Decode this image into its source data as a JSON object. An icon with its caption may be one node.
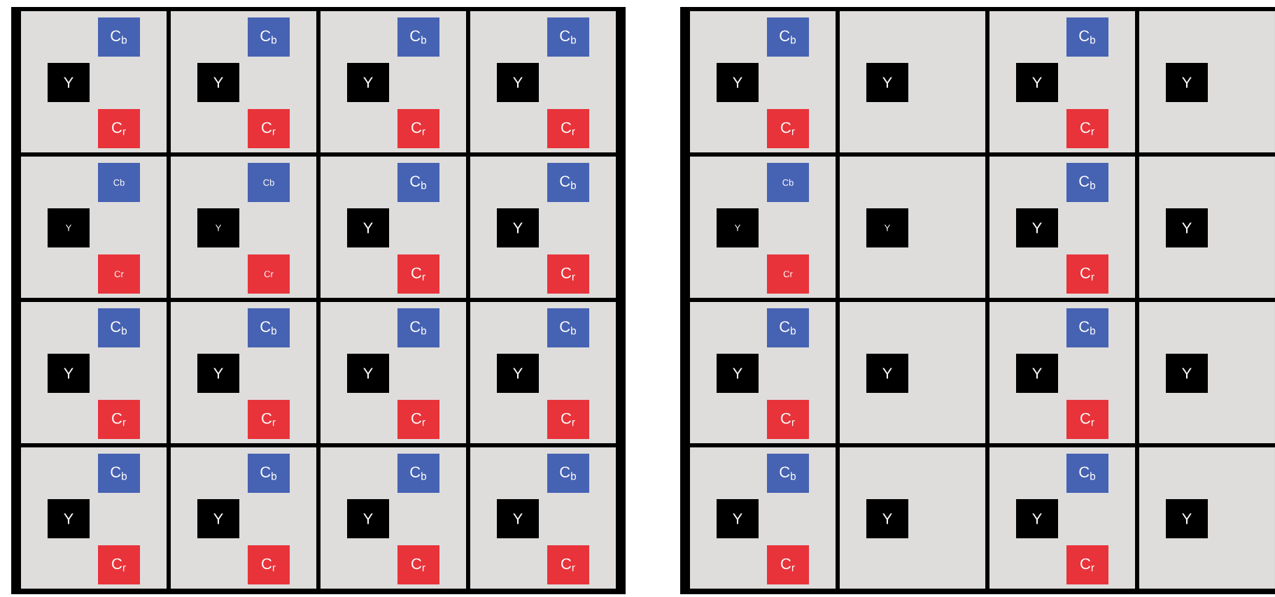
{
  "diagram": {
    "nodes": [
      {
        "text": [],
        "shape": "box"
      },
      {
        "text": [],
        "shape": "box",
        "in": 0
      },
      {
        "text": [
          "C$_{b}$"
        ],
        "in": 1
      },
      {
        "text": [
          "Y"
        ],
        "in": 1
      },
      {
        "text": [
          "C$_{r}$"
        ],
        "in": 1
      },
      {
        "text": [],
        "shape": "box",
        "in": 0
      },
      {
        "text": [
          "C$_{b}$"
        ],
        "in": 5
      },
      {
        "text": [
          "Y"
        ],
        "in": 5
      },
      {
        "text": [
          "C$_{r}$"
        ],
        "in": 5
      },
      {
        "text": [],
        "shape": "box",
        "in": 0
      },
      {
        "text": [
          "C$_{b}$"
        ],
        "in": 9
      },
      {
        "text": [
          "Y"
        ],
        "in": 9
      },
      {
        "text": [
          "C$_{r}$"
        ],
        "in": 9
      },
      {
        "text": [],
        "shape": "box",
        "in": 0
      },
      {
        "text": [
          "C$_{b}$"
        ],
        "in": 13
      },
      {
        "text": [
          "Y"
        ],
        "in": 13
      },
      {
        "text": [
          "C$_{r}$"
        ],
        "in": 13
      },
      {
        "text": [],
        "shape": "box",
        "in": 0
      },
      {
        "text": [
          "Cb"
        ],
        "in": 17
      },
      {
        "text": [
          "Y"
        ],
        "in": 17
      },
      {
        "text": [
          "Cr"
        ],
        "in": 17
      },
      {
        "text": [],
        "shape": "box",
        "in": 0
      },
      {
        "text": [
          "Cb"
        ],
        "in": 21
      },
      {
        "text": [
          "Y"
        ],
        "in": 21
      },
      {
        "text": [
          "Cr"
        ],
        "in": 21
      },
      {
        "text": [],
        "shape": "box",
        "in": 0
      },
      {
        "text": [
          "C$_{b}$"
        ],
        "in": 25
      },
      {
        "text": [
          "Y"
        ],
        "in": 25
      },
      {
        "text": [
          "C$_{r}$"
        ],
        "in": 25
      },
      {
        "text": [],
        "shape": "box",
        "in": 0
      },
      {
        "text": [
          "C$_{b}$"
        ],
        "in": 29
      },
      {
        "text": [
          "Y"
        ],
        "in": 29
      },
      {
        "text": [
          "C$_{r}$"
        ],
        "in": 29
      },
      {
        "text": [],
        "shape": "box",
        "in": 0
      },
      {
        "text": [
          "C$_{b}$"
        ],
        "in": 33
      },
      {
        "text": [
          "Y"
        ],
        "in": 33
      },
      {
        "text": [
          "C$_{r}$"
        ],
        "in": 33
      },
      {
        "text": [],
        "shape": "box",
        "in": 0
      },
      {
        "text": [
          "C$_{b}$"
        ],
        "in": 37
      },
      {
        "text": [
          "Y"
        ],
        "in": 37
      },
      {
        "text": [
          "C$_{r}$"
        ],
        "in": 37
      },
      {
        "text": [],
        "shape": "box",
        "in": 0
      },
      {
        "text": [
          "C$_{b}$"
        ],
        "in": 41
      },
      {
        "text": [
          "Y"
        ],
        "in": 41
      },
      {
        "text": [
          "C$_{r}$"
        ],
        "in": 41
      },
      {
        "text": [],
        "shape": "box",
        "in": 0
      },
      {
        "text": [
          "C$_{b}$"
        ],
        "in": 45
      },
      {
        "text": [
          "Y"
        ],
        "in": 45
      },
      {
        "text": [
          "C$_{r}$"
        ],
        "in": 45
      },
      {
        "text": [],
        "shape": "box",
        "in": 0
      },
      {
        "text": [
          "C$_{b}$"
        ],
        "in": 49
      },
      {
        "text": [
          "Y"
        ],
        "in": 49
      },
      {
        "text": [
          "C$_{r}$"
        ],
        "in": 49
      },
      {
        "text": [],
        "shape": "box",
        "in": 0
      },
      {
        "text": [
          "C$_{b}$"
        ],
        "in": 53
      },
      {
        "text": [
          "Y"
        ],
        "in": 53
      },
      {
        "text": [
          "C$_{r}$"
        ],
        "in": 53
      },
      {
        "text": [],
        "shape": "box",
        "in": 0
      },
      {
        "text": [
          "C$_{b}$"
        ],
        "in": 57
      },
      {
        "text": [
          "Y"
        ],
        "in": 57
      },
      {
        "text": [
          "C$_{r}$"
        ],
        "in": 57
      },
      {
        "text": [],
        "shape": "box",
        "in": 0
      },
      {
        "text": [
          "C$_{b}$"
        ],
        "in": 61
      },
      {
        "text": [
          "Y"
        ],
        "in": 61
      },
      {
        "text": [
          "C$_{r}$"
        ],
        "in": 61
      },
      {
        "text": [],
        "shape": "box"
      },
      {
        "text": [],
        "shape": "box",
        "in": 65
      },
      {
        "text": [
          "C$_{b}$"
        ],
        "in": 66
      },
      {
        "text": [
          "Y"
        ],
        "in": 66
      },
      {
        "text": [
          "C$_{r}$"
        ],
        "in": 66
      },
      {
        "text": [],
        "shape": "box",
        "in": 65
      },
      {
        "text": [
          "Y"
        ],
        "in": 70
      },
      {
        "text": [],
        "shape": "box",
        "in": 65
      },
      {
        "text": [
          "C$_{b}$"
        ],
        "in": 72
      },
      {
        "text": [
          "Y"
        ],
        "in": 72
      },
      {
        "text": [
          "C$_{r}$"
        ],
        "in": 72
      },
      {
        "text": [],
        "shape": "box",
        "in": 65
      },
      {
        "text": [
          "Y"
        ],
        "in": 76
      },
      {
        "text": [],
        "shape": "box",
        "in": 65
      },
      {
        "text": [
          "Cb"
        ],
        "in": 78
      },
      {
        "text": [
          "Y"
        ],
        "in": 78
      },
      {
        "text": [
          "Cr"
        ],
        "in": 78
      },
      {
        "text": [],
        "shape": "box",
        "in": 65
      },
      {
        "text": [
          "Y"
        ],
        "in": 82
      },
      {
        "text": [],
        "shape": "box",
        "in": 65
      },
      {
        "text": [
          "C$_{b}$"
        ],
        "in": 84
      },
      {
        "text": [
          "Y"
        ],
        "in": 84
      },
      {
        "text": [
          "C$_{r}$"
        ],
        "in": 84
      },
      {
        "text": [],
        "shape": "box",
        "in": 65
      },
      {
        "text": [
          "Y"
        ],
        "in": 88
      },
      {
        "text": [],
        "shape": "box",
        "in": 65
      },
      {
        "text": [
          "C$_{b}$"
        ],
        "in": 90
      },
      {
        "text": [
          "Y"
        ],
        "in": 90
      },
      {
        "text": [
          "C$_{r}$"
        ],
        "in": 90
      },
      {
        "text": [],
        "shape": "box",
        "in": 65
      },
      {
        "text": [
          "Y"
        ],
        "in": 94
      },
      {
        "text": [],
        "shape": "box",
        "in": 65
      },
      {
        "text": [
          "C$_{b}$"
        ],
        "in": 96
      },
      {
        "text": [
          "Y"
        ],
        "in": 96
      },
      {
        "text": [
          "C$_{r}$"
        ],
        "in": 96
      },
      {
        "text": [],
        "shape": "box",
        "in": 65
      },
      {
        "text": [
          "Y"
        ],
        "in": 100
      },
      {
        "text": [],
        "shape": "box",
        "in": 65
      },
      {
        "text": [
          "C$_{b}$"
        ],
        "in": 102
      },
      {
        "text": [
          "Y"
        ],
        "in": 102
      },
      {
        "text": [
          "C$_{r}$"
        ],
        "in": 102
      },
      {
        "text": [],
        "shape": "box",
        "in": 65
      },
      {
        "text": [
          "Y"
        ],
        "in": 106
      },
      {
        "text": [],
        "shape": "box",
        "in": 65
      },
      {
        "text": [
          "C$_{b}$"
        ],
        "in": 108
      },
      {
        "text": [
          "Y"
        ],
        "in": 108
      },
      {
        "text": [
          "C$_{r}$"
        ],
        "in": 108
      },
      {
        "text": [],
        "shape": "box",
        "in": 65
      },
      {
        "text": [
          "Y"
        ],
        "in": 112
      }
    ]
  }
}
